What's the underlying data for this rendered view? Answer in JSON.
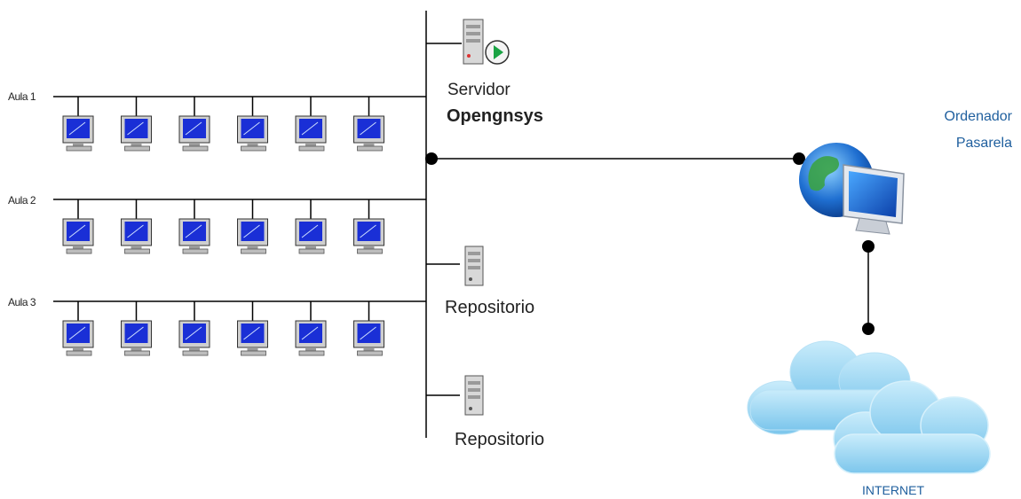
{
  "aulas": [
    {
      "label": "Aula 1",
      "pcs": 6
    },
    {
      "label": "Aula 2",
      "pcs": 6
    },
    {
      "label": "Aula 3",
      "pcs": 6
    }
  ],
  "server": {
    "line1": "Servidor",
    "line2": "Opengnsys"
  },
  "repositories": [
    {
      "label": "Repositorio"
    },
    {
      "label": "Repositorio"
    }
  ],
  "gateway": {
    "line1": "Ordenador",
    "line2": "Pasarela"
  },
  "internet": {
    "label": "INTERNET"
  },
  "colors": {
    "line": "#000000",
    "monitor_screen": "#1a2fd6",
    "label_blue": "#1f5f9e",
    "cloud": "#9dd6f2"
  }
}
